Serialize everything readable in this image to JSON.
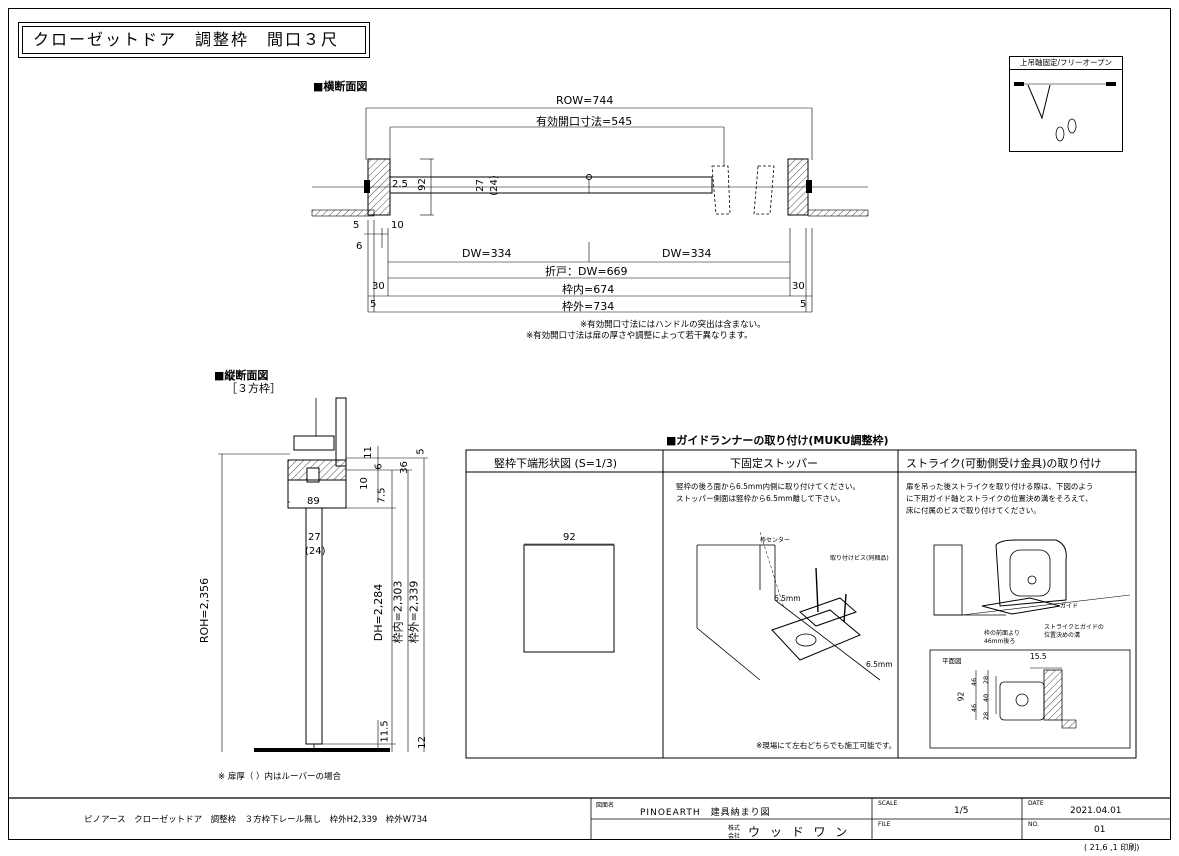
{
  "title": "クローゼットドア　調整枠　間口３尺",
  "legend_box": {
    "label": "上吊軸固定/フリーオープン"
  },
  "plan_section": {
    "heading": "■横断面図",
    "row": "ROW=744",
    "effective_opening": "有効開口寸法=545",
    "dim_25": "2.5",
    "dim_92": "92",
    "dim_27": "27",
    "dim_24": "(24)",
    "dim_5a": "5",
    "dim_10": "10",
    "dim_6": "6",
    "dw_left": "DW=334",
    "dw_right": "DW=334",
    "folding": "折戸：DW=669",
    "dim_30_left": "30",
    "dim_30_right": "30",
    "frame_inner": "枠内=674",
    "frame_outer": "枠外=734",
    "dim_5_left": "5",
    "dim_5_right": "5",
    "note1": "※有効開口寸法にはハンドルの突出は含まない。",
    "note2": "※有効開口寸法は扉の厚さや調整によって若干異なります。"
  },
  "elevation_section": {
    "heading": "■縦断面図",
    "subheading": "［３方枠］",
    "roh": "ROH=2,356",
    "dh": "DH=2,284",
    "frame_inner": "枠内=2,303",
    "frame_outer": "枠外=2,339",
    "dim_89": "89",
    "dim_27": "27",
    "dim_24": "(24)",
    "dim_11": "11",
    "dim_5": "5",
    "dim_10": "10",
    "dim_6": "6",
    "dim_36": "36",
    "dim_75": "7.5",
    "dim_115": "11.5",
    "dim_12": "12",
    "note": "※ 扉厚（ ）内はルーバーの場合"
  },
  "guide_runner": {
    "heading": "■ガイドランナーの取り付け(MUKU調整枠)",
    "col1_title": "竪枠下端形状図 (S=1/3)",
    "col1_dim": "92",
    "col2_title": "下固定ストッパー",
    "col2_text1": "竪枠の後ろ面から6.5mm内側に取り付けてください。",
    "col2_text2": "ストッパー側面は竪枠から6.5mm離して下さい。",
    "col2_label_center": "枠センター",
    "col2_label_screw": "取り付けビス(同梱品)",
    "col2_label_65a": "6.5mm",
    "col2_label_65b": "6.5mm",
    "col2_note": "※現場にて左右どちらでも施工可能です。",
    "col3_title": "ストライク(可動側受け金具)の取り付け",
    "col3_text1": "扉を吊った後ストライクを取り付ける際は、下図のよう",
    "col3_text2": "に下用ガイド軸とストライクの位置決め溝をそろえて、",
    "col3_text3": "床に付属のビスで取り付けてください。",
    "col3_label_guide": "ガイド",
    "col3_label_front1": "枠の前面より",
    "col3_label_front2": "46mm後ろ",
    "col3_label_groove1": "ストライクとガイドの",
    "col3_label_groove2": "位置決めの溝",
    "col3_plan": "平面図",
    "col3_dim_155": "15.5",
    "col3_dim_92": "92",
    "col3_dim_46a": "46",
    "col3_dim_46b": "46",
    "col3_dim_28a": "28",
    "col3_dim_28b": "28",
    "col3_dim_40": "40"
  },
  "title_block": {
    "description": "ピノアース　クローゼットドア　調整枠　３方枠下レール無し　枠外H2,339　枠外W734",
    "drawing_name_label": "図面名",
    "drawing_name": "PINOEARTH　建具納まり図",
    "company_label_1": "株式",
    "company_label_2": "会社",
    "company": "ウ ッ ド ワ ン",
    "scale_label": "SCALE",
    "scale": "1/5",
    "file_label": "FILE",
    "date_label": "DATE",
    "date": "2021.04.01",
    "no_label": "NO.",
    "no": "01"
  },
  "print_date": "( 21,6 ,1  印刷)"
}
